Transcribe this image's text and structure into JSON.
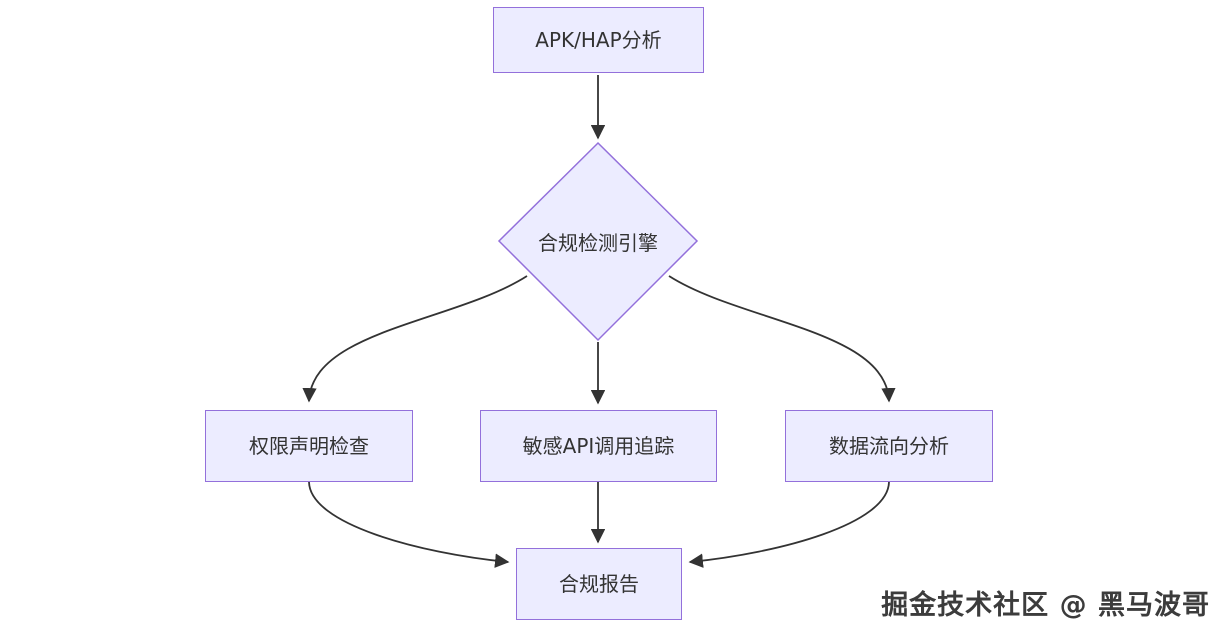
{
  "diagram": {
    "background": "#ffffff",
    "node_fill": "#ECECFF",
    "node_border": "#9370DB",
    "node_text_color": "#333333",
    "edge_color": "#333333",
    "nodes": {
      "apk": {
        "label": "APK/HAP分析",
        "shape": "rect"
      },
      "engine": {
        "label": "合规检测引擎",
        "shape": "diamond"
      },
      "permission": {
        "label": "权限声明检查",
        "shape": "rect"
      },
      "api": {
        "label": "敏感API调用追踪",
        "shape": "rect"
      },
      "dataflow": {
        "label": "数据流向分析",
        "shape": "rect"
      },
      "report": {
        "label": "合规报告",
        "shape": "rect"
      }
    },
    "edges": [
      {
        "from": "APK/HAP分析",
        "to": "合规检测引擎"
      },
      {
        "from": "合规检测引擎",
        "to": "权限声明检查"
      },
      {
        "from": "合规检测引擎",
        "to": "敏感API调用追踪"
      },
      {
        "from": "合规检测引擎",
        "to": "数据流向分析"
      },
      {
        "from": "权限声明检查",
        "to": "合规报告"
      },
      {
        "from": "敏感API调用追踪",
        "to": "合规报告"
      },
      {
        "from": "数据流向分析",
        "to": "合规报告"
      }
    ]
  },
  "watermark": {
    "text": "掘金技术社区 @ 黑马波哥"
  }
}
